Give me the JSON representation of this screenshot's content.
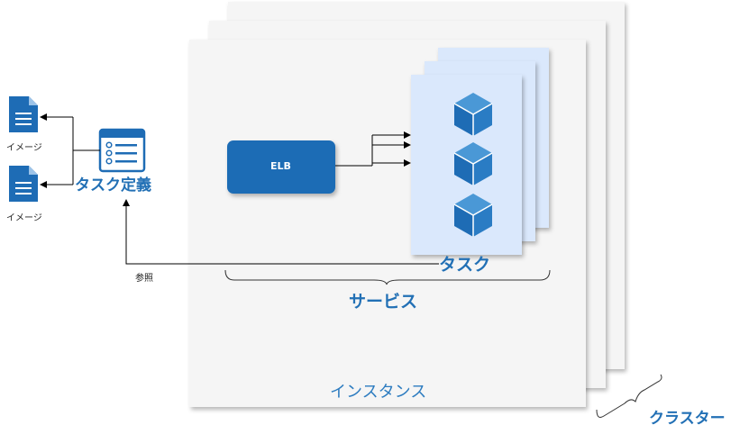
{
  "diagram": {
    "instance_label": "インスタンス",
    "cluster_label": "クラスター",
    "service_label": "サービス",
    "task_label": "タスク",
    "elb_label": "ELB",
    "task_definition_label": "タスク定義",
    "image_label_1": "イメージ",
    "image_label_2": "イメージ",
    "reference_label": "参照",
    "icons": {
      "images": "document-icon",
      "task_definition": "task-definition-icon",
      "containers": "cube-icon"
    },
    "colors": {
      "accent": "#2270B5",
      "elb_fill": "#1E6CB5",
      "task_fill": "#DAE8FC",
      "instance_fill": "#F5F5F5"
    }
  }
}
